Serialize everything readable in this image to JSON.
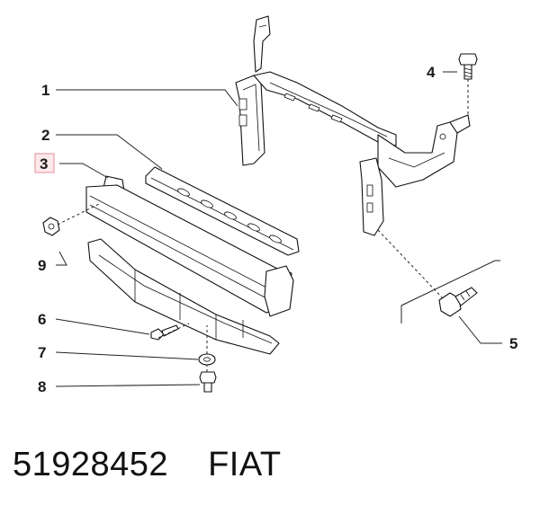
{
  "callouts": [
    {
      "id": "1",
      "highlighted": false
    },
    {
      "id": "2",
      "highlighted": false
    },
    {
      "id": "3",
      "highlighted": true
    },
    {
      "id": "4",
      "highlighted": false
    },
    {
      "id": "5",
      "highlighted": false
    },
    {
      "id": "6",
      "highlighted": false
    },
    {
      "id": "7",
      "highlighted": false
    },
    {
      "id": "8",
      "highlighted": false
    },
    {
      "id": "9",
      "highlighted": false
    }
  ],
  "caption": {
    "part_number": "51928452",
    "brand": "FIAT"
  },
  "colors": {
    "highlight_fill": "#fde8ea",
    "highlight_stroke": "#e8a0a8",
    "line": "#222222"
  }
}
